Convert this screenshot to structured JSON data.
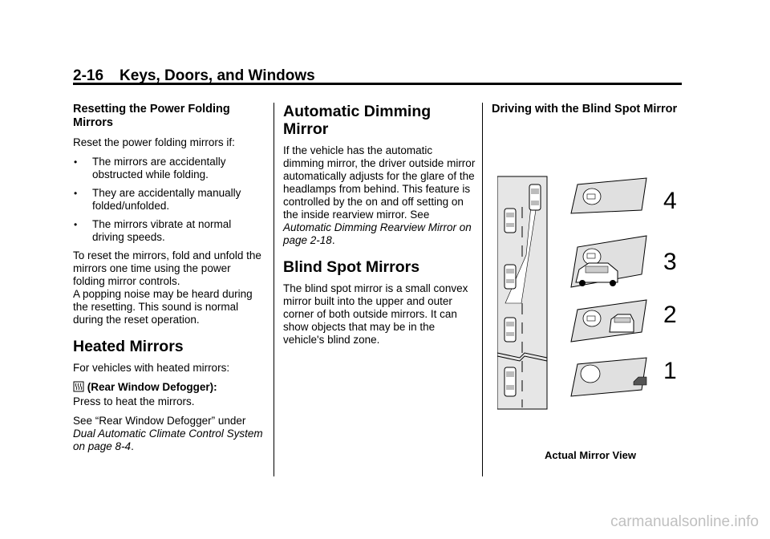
{
  "header": {
    "page_number": "2-16",
    "section_title": "Keys, Doors, and Windows"
  },
  "col1": {
    "reset_heading": "Resetting the Power Folding Mirrors",
    "reset_intro": "Reset the power folding mirrors if:",
    "bullets": [
      "The mirrors are accidentally obstructed while folding.",
      "They are accidentally manually folded/unfolded.",
      "The mirrors vibrate at normal driving speeds."
    ],
    "reset_para": "To reset the mirrors, fold and unfold the mirrors one time using the power folding mirror controls.",
    "popping_para": "A popping noise may be heard during the resetting. This sound is normal during the reset operation.",
    "heated_heading": "Heated Mirrors",
    "heated_intro": "For vehicles with heated mirrors:",
    "defog_label": "(Rear Window Defogger):",
    "defog_text": "Press to heat the mirrors.",
    "see_prefix": "See “Rear Window Defogger” under",
    "see_link": "Dual Automatic Climate Control System on page 8-4",
    "see_suffix": "."
  },
  "col2": {
    "auto_heading": "Automatic Dimming Mirror",
    "auto_para": "If the vehicle has the automatic dimming mirror, the driver outside mirror automatically adjusts for the glare of the headlamps from behind. This feature is controlled by the on and off setting on the inside rearview mirror. See",
    "auto_link": "Automatic Dimming Rearview Mirror on page 2-18",
    "auto_suffix": ".",
    "blind_heading": "Blind Spot Mirrors",
    "blind_para": "The blind spot mirror is a small convex mirror built into the upper and outer corner of both outside mirrors. It can show objects that may be in the vehicle's blind zone."
  },
  "col3": {
    "driving_heading": "Driving with the Blind Spot Mirror",
    "mirror_numbers": [
      "4",
      "3",
      "2",
      "1"
    ],
    "caption": "Actual Mirror View"
  },
  "watermark": "carmanualsonline.info"
}
